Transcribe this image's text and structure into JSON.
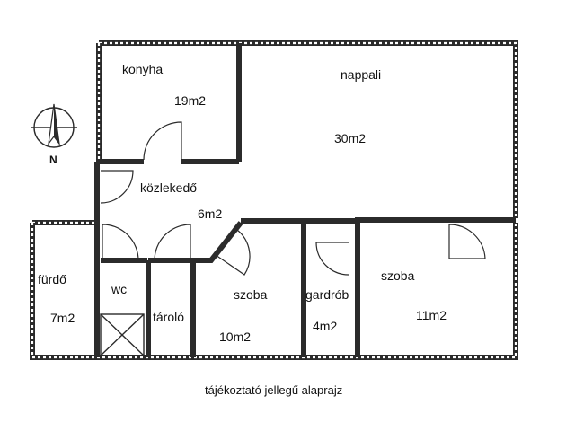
{
  "rooms": {
    "konyha": {
      "name": "konyha",
      "area": "19m2"
    },
    "nappali": {
      "name": "nappali",
      "area": "30m2"
    },
    "kozlekedo": {
      "name": "közlekedő",
      "area": "6m2"
    },
    "furdo": {
      "name": "fürdő",
      "area": "7m2"
    },
    "wc": {
      "name": "wc"
    },
    "tarolo": {
      "name": "tároló"
    },
    "szoba1": {
      "name": "szoba",
      "area": "10m2"
    },
    "gardrob": {
      "name": "gardrób",
      "area": "4m2"
    },
    "szoba2": {
      "name": "szoba",
      "area": "11m2"
    }
  },
  "compass": {
    "label": "N"
  },
  "caption": "tájékoztató jellegű alaprajz"
}
